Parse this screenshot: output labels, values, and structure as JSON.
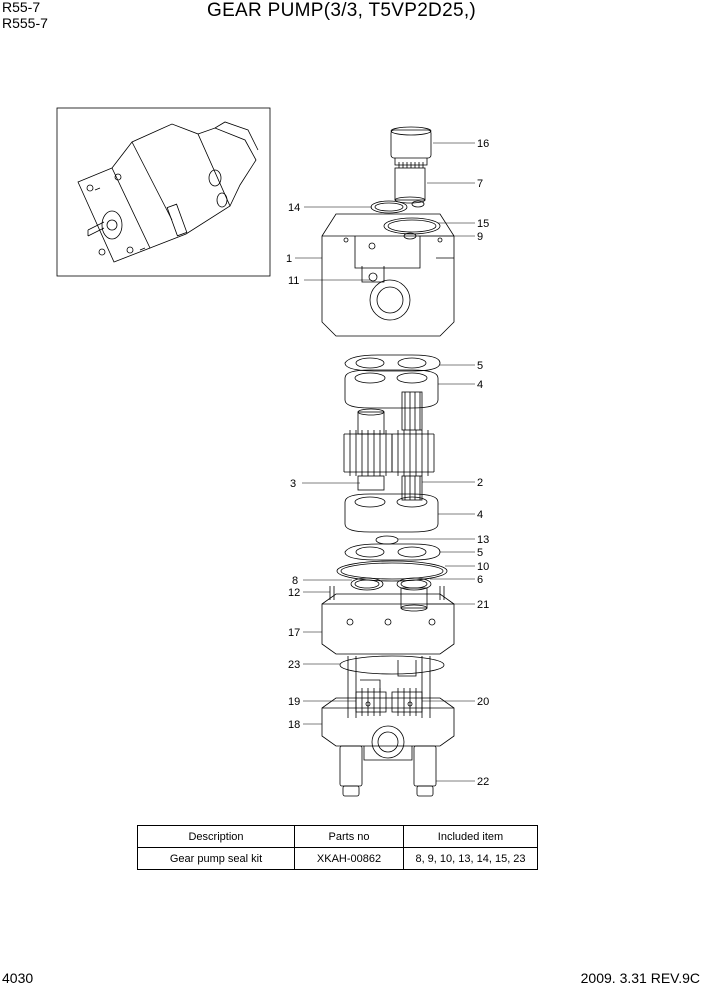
{
  "header": {
    "model_line1": "R55-7",
    "model_line2": "R555-7",
    "title": "GEAR PUMP(3/3, T5VP2D25,)"
  },
  "callouts": {
    "c16": "16",
    "c7": "7",
    "c14": "14",
    "c15": "15",
    "c9": "9",
    "c1": "1",
    "c11": "11",
    "c5a": "5",
    "c4a": "4",
    "c3": "3",
    "c2": "2",
    "c4b": "4",
    "c13": "13",
    "c5b": "5",
    "c10": "10",
    "c8": "8",
    "c6": "6",
    "c12": "12",
    "c21": "21",
    "c17": "17",
    "c23": "23",
    "c19": "19",
    "c20": "20",
    "c18": "18",
    "c22": "22"
  },
  "parts_table": {
    "headers": [
      "Description",
      "Parts no",
      "Included item"
    ],
    "rows": [
      [
        "Gear pump seal kit",
        "XKAH-00862",
        "8, 9, 10, 13, 14, 15, 23"
      ]
    ]
  },
  "footer": {
    "page_number": "4030",
    "date_rev": "2009. 3.31  REV.9C"
  }
}
